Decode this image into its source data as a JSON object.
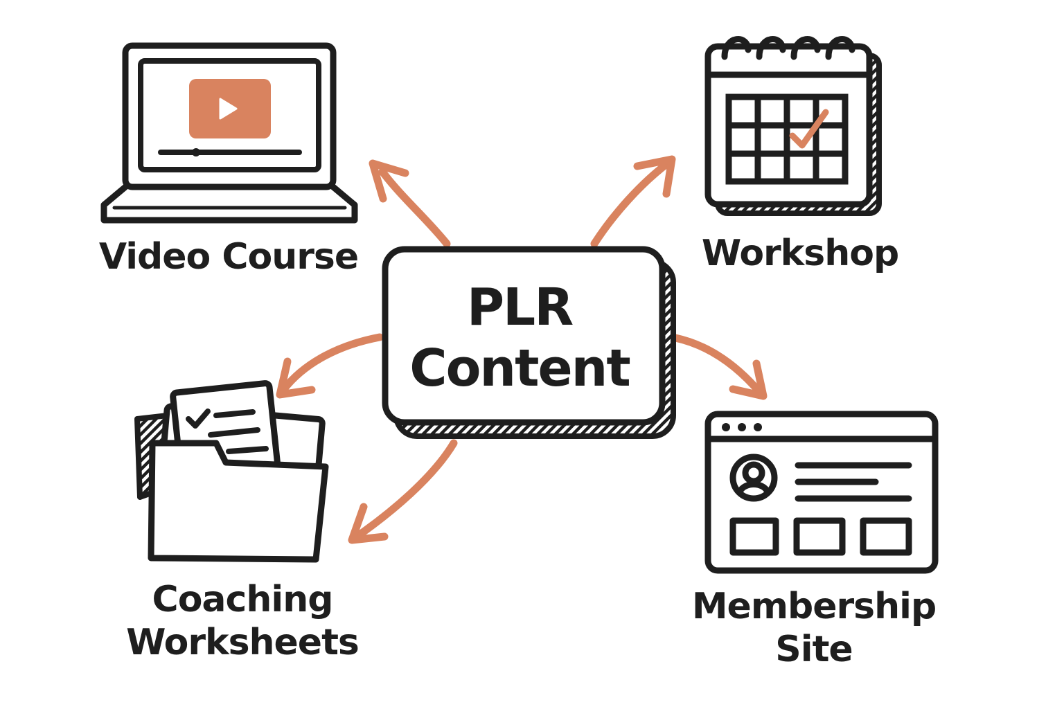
{
  "center": {
    "line1": "PLR",
    "line2": "Content"
  },
  "nodes": {
    "video_course": {
      "label": "Video Course",
      "icon": "laptop-video-icon"
    },
    "workshop": {
      "label": "Workshop",
      "icon": "calendar-icon"
    },
    "coaching_worksheets": {
      "line1": "Coaching",
      "line2": "Worksheets",
      "icon": "folder-documents-icon"
    },
    "membership_site": {
      "line1": "Membership",
      "line2": "Site",
      "icon": "browser-window-icon"
    }
  },
  "colors": {
    "accent": "#d9835f",
    "ink": "#1e1e1e",
    "background": "#ffffff"
  }
}
